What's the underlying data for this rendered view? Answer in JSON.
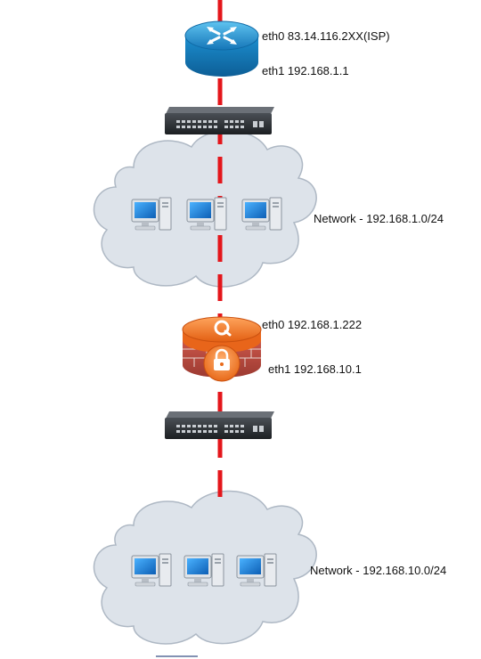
{
  "router": {
    "eth0": "eth0 83.14.116.2XX(ISP)",
    "eth1": "eth1 192.168.1.1"
  },
  "network_top": {
    "label": "Network - 192.168.1.0/24",
    "pc_count": 3
  },
  "firewall": {
    "eth0": "eth0 192.168.1.222",
    "eth1": "eth1 192.168.10.1",
    "logo_icon": "quest-logo-icon"
  },
  "network_bottom": {
    "label": "Network - 192.168.10.0/24",
    "pc_count": 3
  },
  "colors": {
    "link": "#e4161b",
    "cloud_fill": "#dde3ea",
    "cloud_stroke": "#aeb8c4",
    "router": "#1f8fc9",
    "firewall_top": "#f07a2a",
    "switch": "#2b2f33",
    "monitor_screen": "#1a7fd6"
  },
  "icons": {
    "router": "router-icon",
    "switch": "switch-icon",
    "computer": "computer-icon",
    "firewall": "firewall-icon",
    "cloud": "cloud-icon"
  }
}
